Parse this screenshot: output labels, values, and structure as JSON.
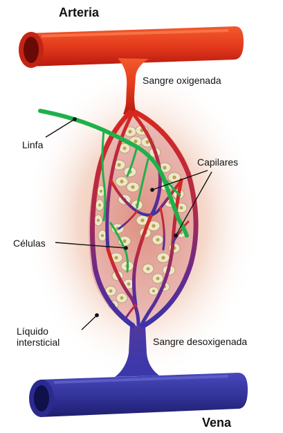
{
  "labels": {
    "arteria": "Arteria",
    "vena": "Vena",
    "sangre_oxigenada": "Sangre oxigenada",
    "linfa": "Linfa",
    "capilares": "Capilares",
    "celulas": "Células",
    "liquido_intersticial_line1": "Líquido",
    "liquido_intersticial_line2": "intersticial",
    "sangre_desoxigenada": "Sangre desoxigenada"
  },
  "colors": {
    "artery": "#e8421e",
    "artery_dark": "#b81a10",
    "vein": "#3a3aa8",
    "vein_dark": "#1c1c6c",
    "lymph": "#22b24c",
    "cell_fill": "#efe6c8",
    "nucleus": "#b8a848",
    "glow": "#e8b8a0"
  }
}
